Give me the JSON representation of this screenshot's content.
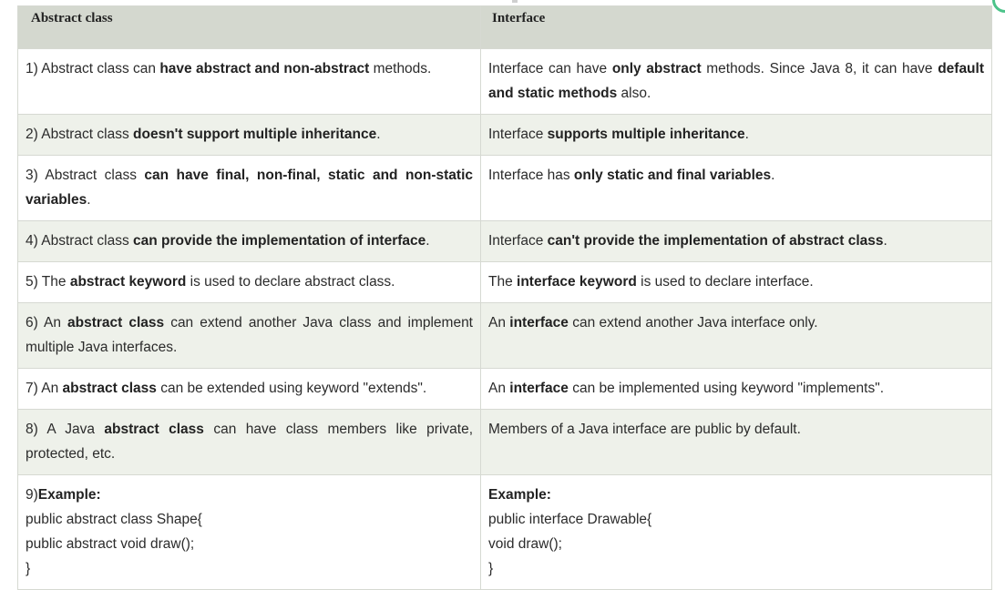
{
  "header": {
    "col1": "Abstract class",
    "col2": "Interface"
  },
  "rows": [
    {
      "a": [
        {
          "t": "1) Abstract class can "
        },
        {
          "t": "have abstract and non-abstract",
          "b": true
        },
        {
          "t": " methods."
        }
      ],
      "b": [
        {
          "t": "Interface can have "
        },
        {
          "t": "only abstract",
          "b": true
        },
        {
          "t": " methods. Since Java 8, it can have "
        },
        {
          "t": "default and static methods",
          "b": true
        },
        {
          "t": " also."
        }
      ]
    },
    {
      "a": [
        {
          "t": "2) Abstract class "
        },
        {
          "t": "doesn't support multiple inheritance",
          "b": true
        },
        {
          "t": "."
        }
      ],
      "b": [
        {
          "t": "Interface "
        },
        {
          "t": "supports multiple inheritance",
          "b": true
        },
        {
          "t": "."
        }
      ]
    },
    {
      "a": [
        {
          "t": "3) Abstract class "
        },
        {
          "t": "can have final, non-final, static and non-static variables",
          "b": true
        },
        {
          "t": "."
        }
      ],
      "b": [
        {
          "t": "Interface has "
        },
        {
          "t": "only static and final variables",
          "b": true
        },
        {
          "t": "."
        }
      ]
    },
    {
      "a": [
        {
          "t": "4) Abstract class "
        },
        {
          "t": "can provide the implementation of interface",
          "b": true
        },
        {
          "t": "."
        }
      ],
      "b": [
        {
          "t": "Interface "
        },
        {
          "t": "can't provide the implementation of abstract class",
          "b": true
        },
        {
          "t": "."
        }
      ]
    },
    {
      "a": [
        {
          "t": "5) The "
        },
        {
          "t": "abstract keyword",
          "b": true
        },
        {
          "t": " is used to declare abstract class."
        }
      ],
      "b": [
        {
          "t": "The "
        },
        {
          "t": "interface keyword",
          "b": true
        },
        {
          "t": " is used to declare interface."
        }
      ]
    },
    {
      "a": [
        {
          "t": "6) An "
        },
        {
          "t": "abstract class",
          "b": true
        },
        {
          "t": " can extend another Java class and implement multiple Java interfaces."
        }
      ],
      "b": [
        {
          "t": "An "
        },
        {
          "t": "interface",
          "b": true
        },
        {
          "t": " can extend another Java interface only."
        }
      ]
    },
    {
      "a": [
        {
          "t": "7) An "
        },
        {
          "t": "abstract class",
          "b": true
        },
        {
          "t": " can be extended using keyword \"extends\"."
        }
      ],
      "b": [
        {
          "t": "An "
        },
        {
          "t": "interface",
          "b": true
        },
        {
          "t": " can be implemented using keyword \"implements\"."
        }
      ]
    },
    {
      "a": [
        {
          "t": "8) A Java "
        },
        {
          "t": "abstract class",
          "b": true
        },
        {
          "t": " can have class members like private, protected, etc."
        }
      ],
      "b": [
        {
          "t": "Members of a Java interface are public by default."
        }
      ]
    }
  ],
  "example": {
    "a_prefix": "9)",
    "a_label": "Example:",
    "a_lines": [
      "public abstract class Shape{",
      "public abstract void draw();",
      "}"
    ],
    "b_label": "Example:",
    "b_lines": [
      "public interface Drawable{",
      "void draw();",
      "}"
    ]
  },
  "colors": {
    "header_bg": "#d4d8cf",
    "alt_row_bg": "#eef1ea",
    "border": "#d6d9d2",
    "badge": "#4cc38a"
  }
}
